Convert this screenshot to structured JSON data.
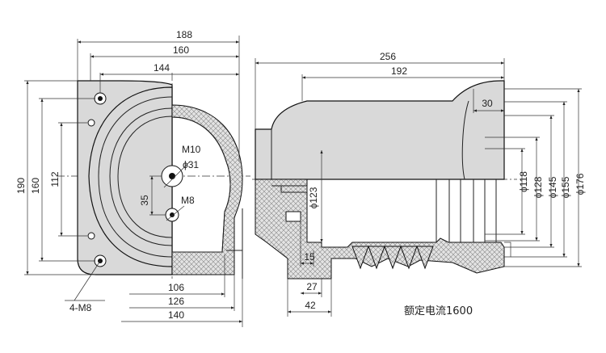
{
  "front_view": {
    "dims": {
      "w188": "188",
      "w160": "160",
      "w144": "144",
      "h190": "190",
      "h160": "160",
      "h112": "112",
      "h35": "35",
      "b106": "106",
      "b126": "126",
      "b140": "140"
    },
    "labels": {
      "m10": "M10",
      "d31": "ϕ31",
      "m8": "M8",
      "holes": "4-M8"
    }
  },
  "side_view": {
    "dims": {
      "w256": "256",
      "w192": "192",
      "w30": "30",
      "d123": "ϕ123",
      "d118": "ϕ118",
      "d128": "ϕ128",
      "d145": "ϕ145",
      "d155": "ϕ155",
      "d176": "ϕ176",
      "w15": "15",
      "w27": "27",
      "w42": "42"
    },
    "rated_current": "额定电流1600"
  }
}
